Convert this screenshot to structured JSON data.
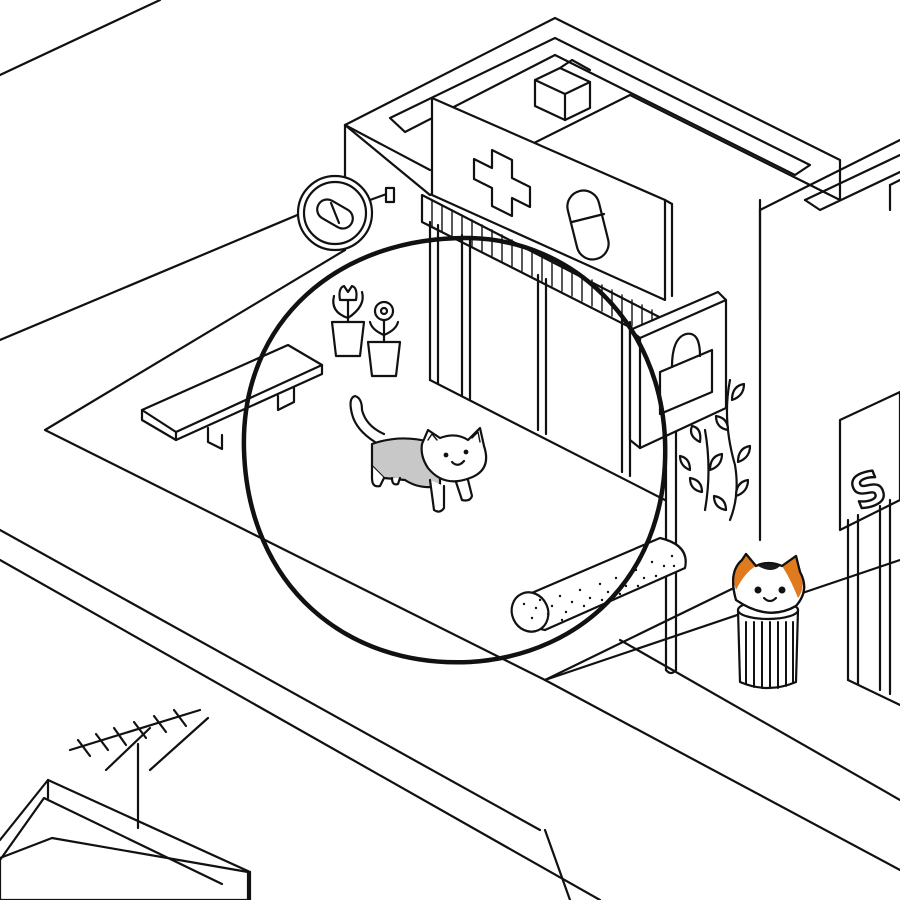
{
  "scene": {
    "background_color": "#ffffff",
    "line_color": "#111111",
    "highlight_color": "#111111"
  },
  "sign": {
    "store_partial": "S"
  },
  "cats": [
    {
      "name": "gray-white-cat",
      "colors": [
        "#c8c8c8",
        "#ffffff"
      ]
    },
    {
      "name": "calico-cat",
      "colors": [
        "#e07a1f",
        "#1a1a1a",
        "#ffffff"
      ]
    }
  ],
  "icons": [
    "pharmacy-cross-icon",
    "pill-capsule-icon",
    "shopping-bag-icon",
    "box-icon"
  ]
}
